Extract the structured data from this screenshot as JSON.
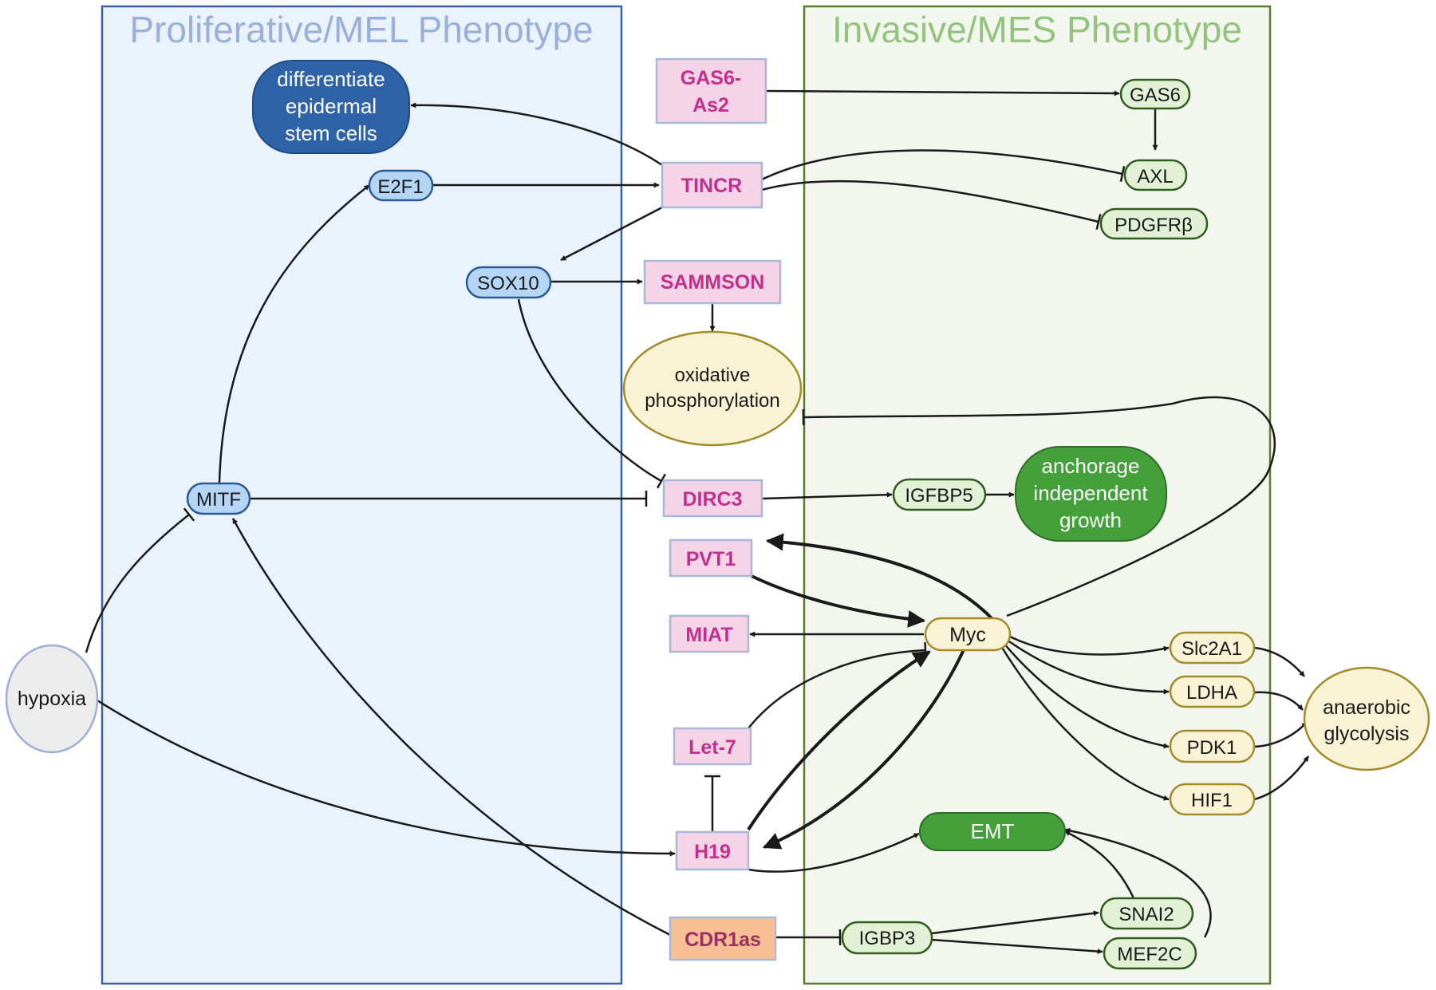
{
  "panels": {
    "proliferative": {
      "title": "Proliferative/MEL Phenotype"
    },
    "invasive": {
      "title": "Invasive/MES Phenotype"
    }
  },
  "nodes": {
    "differentiate": {
      "lines": [
        "differentiate",
        "epidermal",
        "stem cells"
      ]
    },
    "e2f1": {
      "label": "E2F1"
    },
    "sox10": {
      "label": "SOX10"
    },
    "mitf": {
      "label": "MITF"
    },
    "hypoxia": {
      "label": "hypoxia"
    },
    "gas6as2": {
      "lines": [
        "GAS6-",
        "As2"
      ]
    },
    "tincr": {
      "label": "TINCR"
    },
    "sammson": {
      "label": "SAMMSON"
    },
    "oxphos": {
      "lines": [
        "oxidative",
        "phosphorylation"
      ]
    },
    "dirc3": {
      "label": "DIRC3"
    },
    "pvt1": {
      "label": "PVT1"
    },
    "miat": {
      "label": "MIAT"
    },
    "let7": {
      "label": "Let-7"
    },
    "h19": {
      "label": "H19"
    },
    "cdr1as": {
      "label": "CDR1as"
    },
    "gas6": {
      "label": "GAS6"
    },
    "axl": {
      "label": "AXL"
    },
    "pdgfrb": {
      "label": "PDGFRβ"
    },
    "igfbp5": {
      "label": "IGFBP5"
    },
    "anchorage": {
      "lines": [
        "anchorage",
        "independent",
        "growth"
      ]
    },
    "myc": {
      "label": "Myc"
    },
    "slc2a1": {
      "label": "Slc2A1"
    },
    "ldha": {
      "label": "LDHA"
    },
    "pdk1": {
      "label": "PDK1"
    },
    "hif1": {
      "label": "HIF1"
    },
    "anaerobic": {
      "lines": [
        "anaerobic",
        "glycolysis"
      ]
    },
    "emt": {
      "label": "EMT"
    },
    "snai2": {
      "label": "SNAI2"
    },
    "mef2c": {
      "label": "MEF2C"
    },
    "igbp3": {
      "label": "IGBP3"
    }
  },
  "colors": {
    "prolif_border": "#3a62a6",
    "prolif_fill": "#eaf2fc",
    "prolif_title": "#9ab0d8",
    "inv_border": "#5a7d2e",
    "inv_fill": "#f3f6ee",
    "inv_title": "#93c47d",
    "lnc_text": "#c0308c",
    "lnc_fill": "#f5d4e8",
    "lnc_border": "#a7b8d8"
  }
}
